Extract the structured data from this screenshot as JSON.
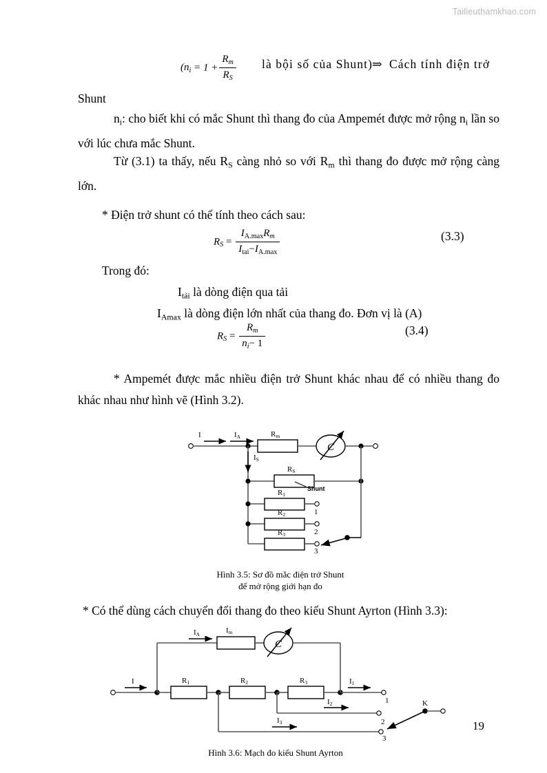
{
  "watermark": "Tailieuthamkhao.com",
  "page_number": "19",
  "math": {
    "eq_top": {
      "lead": "(n",
      "lead_sub": "i",
      "equals": " = 1 +",
      "num": "R",
      "num_sub": "m",
      "den": "R",
      "den_sub": "S",
      "tail": "là bội số của Shunt)",
      "arrow": "⇒",
      "after": "Cách tính điện trở"
    },
    "eq_33": {
      "lhs": "R",
      "lhs_sub": "S",
      "equals": "=",
      "num": "I",
      "num_sub": "A.max",
      "num2": "R",
      "num2_sub": "m",
      "den1": "I",
      "den1_sub": "tai",
      "minus": "−",
      "den2": "I",
      "den2_sub": "A.max",
      "number": "(3.3)"
    },
    "eq_34": {
      "lhs": "R",
      "lhs_sub": "S",
      "equals": "=",
      "num": "R",
      "num_sub": "m",
      "den": "n",
      "den_sub": "i",
      "den_tail": "− 1",
      "number": "(3.4)"
    }
  },
  "body": {
    "shunt_word": "Shunt",
    "p1_a": "n",
    "p1_a_sub": "i",
    "p1_b": ": cho biết khi có mắc Shunt thì thang đo của Ampemét được mở rộng n",
    "p1_c_sub": "i",
    "p1_d": " lần so với lúc chưa mắc Shunt.",
    "p2_a": "Từ (3.1) ta thấy, nếu R",
    "p2_a_sub": "S",
    "p2_b": " càng nhỏ so với R",
    "p2_b_sub": "m",
    "p2_c": " thì thang đo được mở rộng càng lớn.",
    "p3": "* Điện trở shunt có thể tính theo cách sau:",
    "p4": "Trong đó:",
    "p5_a": "I",
    "p5_a_sub": "tải",
    "p5_b": " là dòng điện qua tải",
    "p6_a": "I",
    "p6_a_sub": "Amax",
    "p6_b": " là dòng điện lớn nhất của thang đo. Đơn vị là (A)",
    "p7": "* Ampemét được mắc nhiều điện trở Shunt khác nhau để có nhiều thang đo khác nhau như hình vẽ (Hình 3.2).",
    "p8": "* Có thể dùng cách chuyển đổi thang đo theo kiểu Shunt Ayrton (Hình 3.3):"
  },
  "figure1": {
    "caption_line1": "Hình 3.5: Sơ đồ mắc điện trở Shunt",
    "caption_line2": "để mở rộng giới hạn đo",
    "labels": {
      "I": "I",
      "IA": "I",
      "IA_sub": "A",
      "IS": "I",
      "IS_sub": "S",
      "Rm": "R",
      "Rm_sub": "m",
      "RS": "R",
      "RS_sub": "S",
      "shunt": "Shunt",
      "R1": "R",
      "R1_sub": "1",
      "R2": "R",
      "R2_sub": "2",
      "R3": "R",
      "R3_sub": "3",
      "t1": "1",
      "t2": "2",
      "t3": "3"
    }
  },
  "figure2": {
    "caption": "Hình 3.6:  Mạch đo kiểu Shunt Ayrton",
    "labels": {
      "I": "I",
      "IA": "I",
      "IA_sub": "A",
      "Im": "I",
      "Im_sub": "m",
      "R1": "R",
      "R1_sub": "1",
      "R2": "R",
      "R2_sub": "2",
      "R3": "R",
      "R3_sub": "3",
      "I1": "I",
      "I1_sub": "1",
      "I2": "I",
      "I2_sub": "2",
      "I3": "I",
      "I3_sub": "3",
      "K": "K",
      "t1": "1",
      "t2": "2",
      "t3": "3"
    }
  },
  "colors": {
    "ink": "#000000",
    "wire": "#555555",
    "watermark": "#b9b9b9"
  }
}
